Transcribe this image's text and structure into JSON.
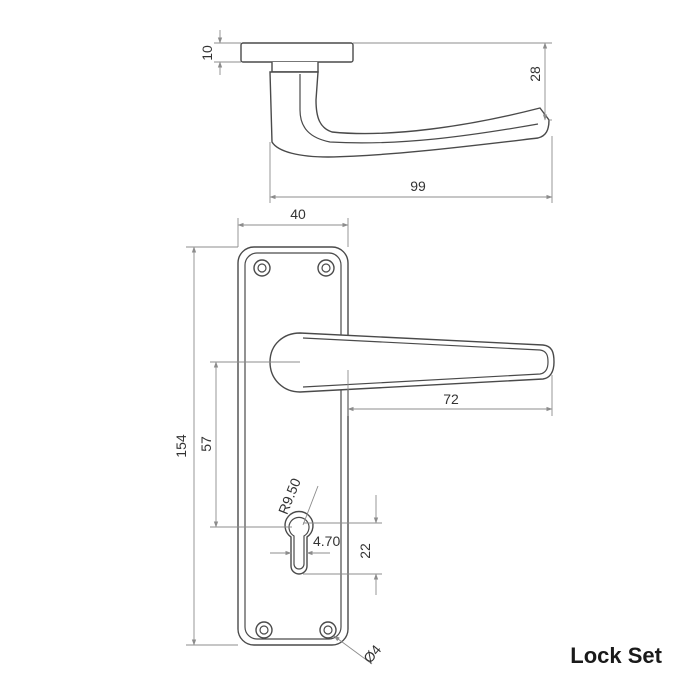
{
  "title": "Lock Set",
  "dimensions": {
    "rose_thickness": "10",
    "lever_height": "28",
    "lever_projection": "99",
    "plate_width": "40",
    "plate_height": "154",
    "lever_length": "72",
    "centers": "57",
    "cylinder_radius": "R9.50",
    "slot_width": "4.70",
    "slot_height": "22",
    "screw_hole": "Ø4"
  },
  "colors": {
    "line": "#4a4a4a",
    "dimension": "#8c8c8c",
    "text": "#1a1a1a"
  }
}
